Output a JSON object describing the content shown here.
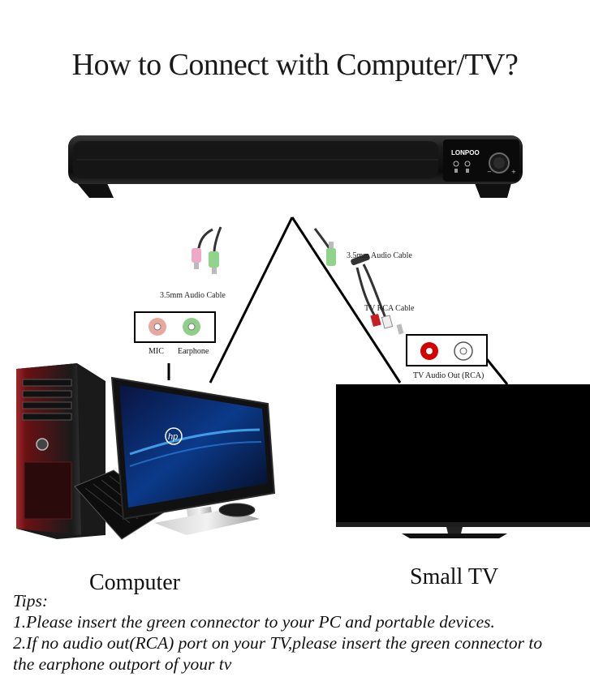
{
  "title": "How to Connect with Computer/TV?",
  "soundbar": {
    "brand": "LONPOO"
  },
  "cables": {
    "pc_cable": "3.5mm Audio Cable",
    "tv_cable": "3.5mm Audio Cable",
    "rca_cable": "TV RCA Cable"
  },
  "pc_ports": {
    "mic": "MIC",
    "earphone": "Earphone"
  },
  "tv_ports": {
    "label": "TV Audio Out (RCA)"
  },
  "pc_monitor": {
    "brand": "hp"
  },
  "devices": {
    "computer": "Computer",
    "tv": "Small TV"
  },
  "tips": {
    "heading": "Tips:",
    "line1": "1.Please insert the green connector to your PC and portable devices.",
    "line2": "2.If no audio out(RCA) port on your TV,please insert the green connector to",
    "line3": "the earphone outport of your tv"
  },
  "colors": {
    "mic_pink": "#e8a8a0",
    "earphone_green": "#8fcf8a",
    "rca_red": "#d40000",
    "rca_white": "#ffffff",
    "plug_green": "#8fd48a",
    "plug_pink": "#f0a8c8",
    "soundbar": "#141414"
  }
}
